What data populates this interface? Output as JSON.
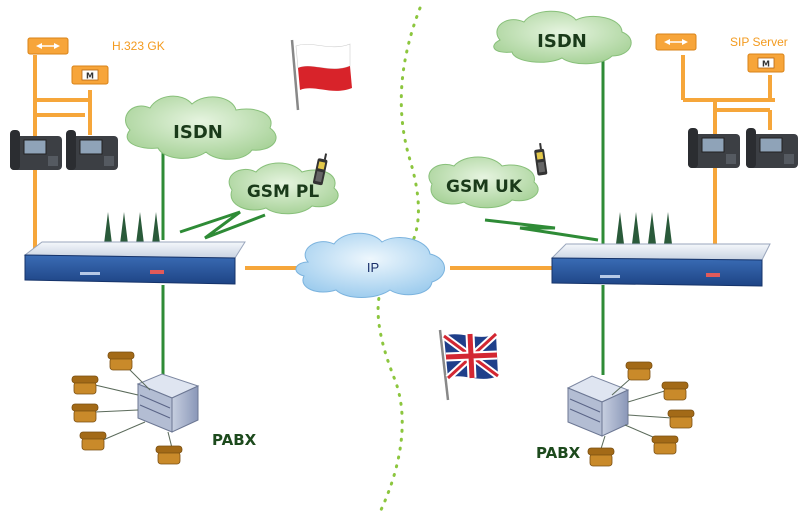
{
  "labels": {
    "h323_gk": "H.323 GK",
    "sip_server": "SIP Server",
    "isdn_left": "ISDN",
    "isdn_right": "ISDN",
    "gsm_pl": "GSM PL",
    "gsm_uk": "GSM UK",
    "ip": "IP",
    "pabx_left": "PABX",
    "pabx_right": "PABX",
    "gk_box_letter": "M",
    "sip_box_letter": "M"
  },
  "colors": {
    "orange_link": "#f6a63a",
    "green_link": "#2e8b36",
    "cloud_green": "#c9e6c0",
    "cloud_blue": "#cfe6f6",
    "dotted_divider": "#8cc63e",
    "gateway_body": "#2f5ea6",
    "phone_brown": "#c98a2a"
  },
  "flags": {
    "left": "poland-flag",
    "right": "uk-flag"
  }
}
